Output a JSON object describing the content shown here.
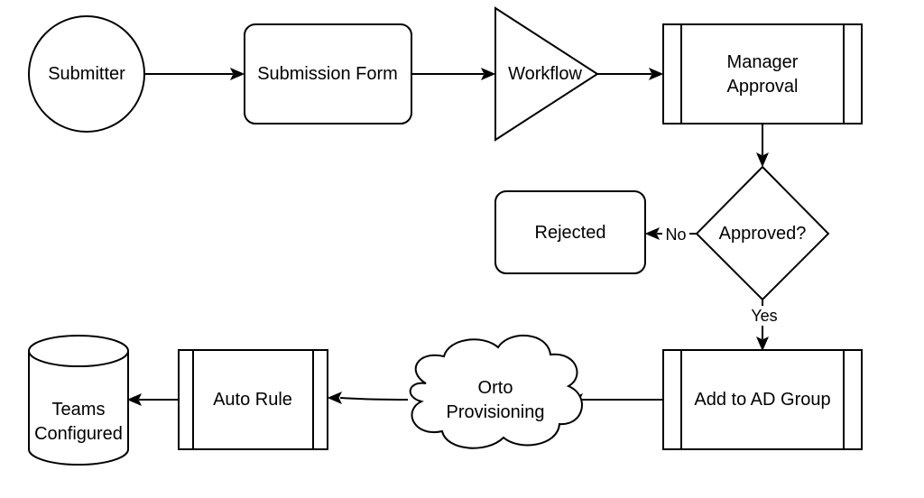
{
  "nodes": {
    "submitter": {
      "label": "Submitter"
    },
    "submission_form": {
      "label": "Submission Form"
    },
    "workflow": {
      "label": "Workflow"
    },
    "manager_approval": {
      "label_lines": [
        "Manager",
        "Approval"
      ]
    },
    "approved": {
      "label": "Approved?"
    },
    "rejected": {
      "label": "Rejected"
    },
    "add_to_ad_group": {
      "label": "Add to AD Group"
    },
    "orto_provisioning": {
      "label_lines": [
        "Orto",
        "Provisioning"
      ]
    },
    "auto_rule": {
      "label": "Auto Rule"
    },
    "teams_configured": {
      "label_lines": [
        "Teams",
        "Configured"
      ]
    }
  },
  "edges": {
    "no_label": "No",
    "yes_label": "Yes"
  },
  "colors": {
    "stroke": "#000000",
    "fill": "#ffffff",
    "background": "#ffffff"
  }
}
